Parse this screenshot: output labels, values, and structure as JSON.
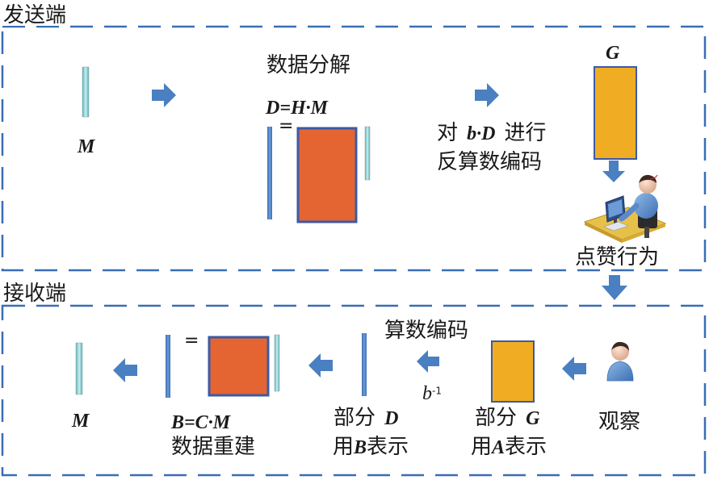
{
  "sender": {
    "title": "发送端",
    "matrix_m_label": "M",
    "step1_title": "数据分解",
    "step1_formula": "D=H·M",
    "equals": "=",
    "step2_text_line1_prefix": "对",
    "step2_text_line1_math": "b·D",
    "step2_text_line1_suffix": "进行",
    "step2_text_line2": "反算数编码",
    "matrix_g_label": "G",
    "action_label": "点赞行为"
  },
  "receiver": {
    "title": "接收端",
    "observe_label": "观察",
    "part_g_line1_prefix": "部分",
    "part_g_line1_math": "G",
    "part_g_line2_prefix": "用",
    "part_g_line2_math": "A",
    "part_g_line2_suffix": "表示",
    "arith_label": "算数编码",
    "inverse_b": "b",
    "inverse_exp": "-1",
    "part_d_line1_prefix": "部分",
    "part_d_line1_math": "D",
    "part_d_line2_prefix": "用",
    "part_d_line2_math": "B",
    "part_d_line2_suffix": "表示",
    "recon_formula": "B=C·M",
    "recon_title": "数据重建",
    "equals": "=",
    "matrix_m_label": "M"
  },
  "colors": {
    "border_dash": "#3a6db5",
    "arrow": "#4a7fc1",
    "teal_bar": "#7fd0d4",
    "blue_bar": "#4a7fc1",
    "orange_matrix": "#e46532",
    "yellow_matrix": "#f0ad23",
    "matrix_border": "#3b5aa6"
  },
  "icons": [
    "arrow-right-icon",
    "arrow-left-icon",
    "arrow-down-icon",
    "user-at-computer-icon",
    "user-icon"
  ]
}
